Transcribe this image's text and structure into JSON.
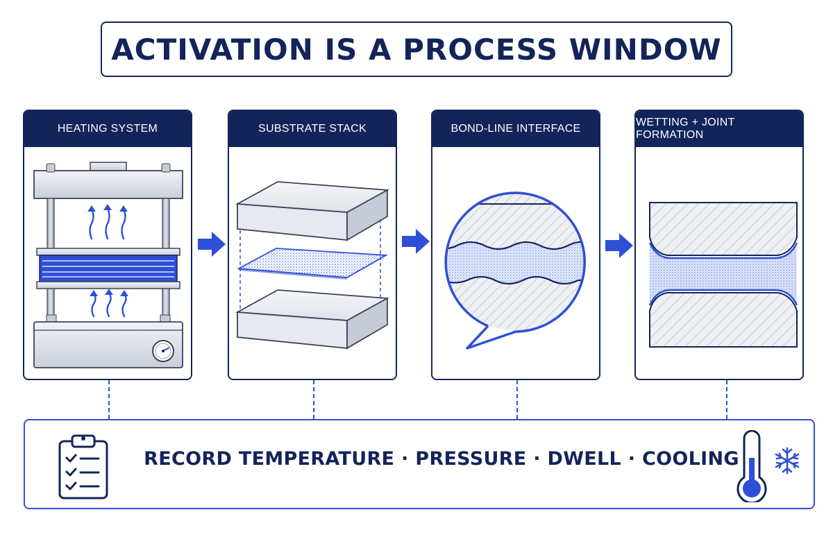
{
  "title": "ACTIVATION IS A PROCESS WINDOW",
  "panels": [
    {
      "label": "HEATING SYSTEM"
    },
    {
      "label": "SUBSTRATE STACK"
    },
    {
      "label": "BOND-LINE INTERFACE"
    },
    {
      "label": "WETTING + JOINT FORMATION"
    }
  ],
  "footer": {
    "text": "RECORD TEMPERATURE · PRESSURE · DWELL · COOLING"
  },
  "icons": {
    "panel1": "heat-press-icon",
    "panel2": "substrate-layers-icon",
    "panel3": "bondline-magnifier-icon",
    "panel4": "joint-formation-icon",
    "footer_left": "clipboard-checklist-icon",
    "footer_right": "thermometer-snowflake-icon"
  },
  "colors": {
    "navy": "#13245a",
    "blue": "#2f4fd6"
  }
}
